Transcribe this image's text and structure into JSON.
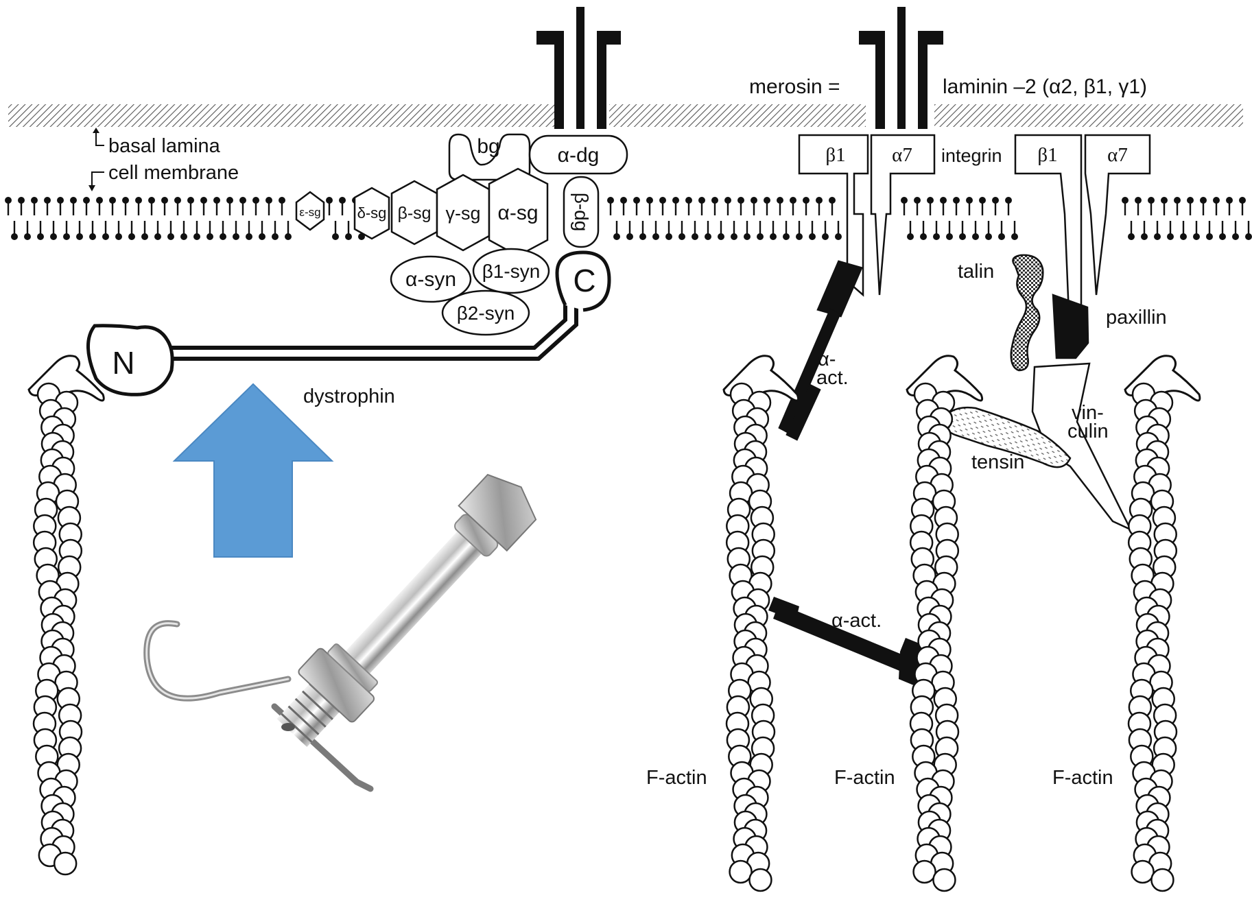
{
  "labels": {
    "basal_lamina": "basal lamina",
    "cell_membrane": "cell membrane",
    "merosin_eq": "merosin =",
    "laminin": "laminin –2 (α2, β1, γ1)",
    "integrin": "integrin",
    "dystrophin": "dystrophin",
    "n_term": "N",
    "c_term": "C",
    "bg": "bg",
    "alpha_dg": "α-dg",
    "beta_dg": "β-dg",
    "epsilon_sg": "ε-sg",
    "delta_sg": "δ-sg",
    "beta_sg": "β-sg",
    "gamma_sg": "γ-sg",
    "alpha_sg": "α-sg",
    "alpha_syn": "α-syn",
    "beta1_syn": "β1-syn",
    "beta2_syn": "β2-syn",
    "beta1_left": "β1",
    "alpha7_left": "α7",
    "beta1_right": "β1",
    "alpha7_right": "α7",
    "talin": "talin",
    "paxillin": "paxillin",
    "alpha_act_top_1": "α-",
    "alpha_act_top_2": "act.",
    "alpha_act_mid": "α-act.",
    "vinculin_1": "vin-",
    "vinculin_2": "culin",
    "tensin": "tensin",
    "f_actin_1": "F-actin",
    "f_actin_2": "F-actin",
    "f_actin_3": "F-actin"
  },
  "colors": {
    "arrow": "#5b9bd5",
    "ink": "#111111",
    "background": "#ffffff"
  },
  "photo": {
    "subject": "hitch-pin-bolt-with-nuts-and-spring-clip"
  }
}
